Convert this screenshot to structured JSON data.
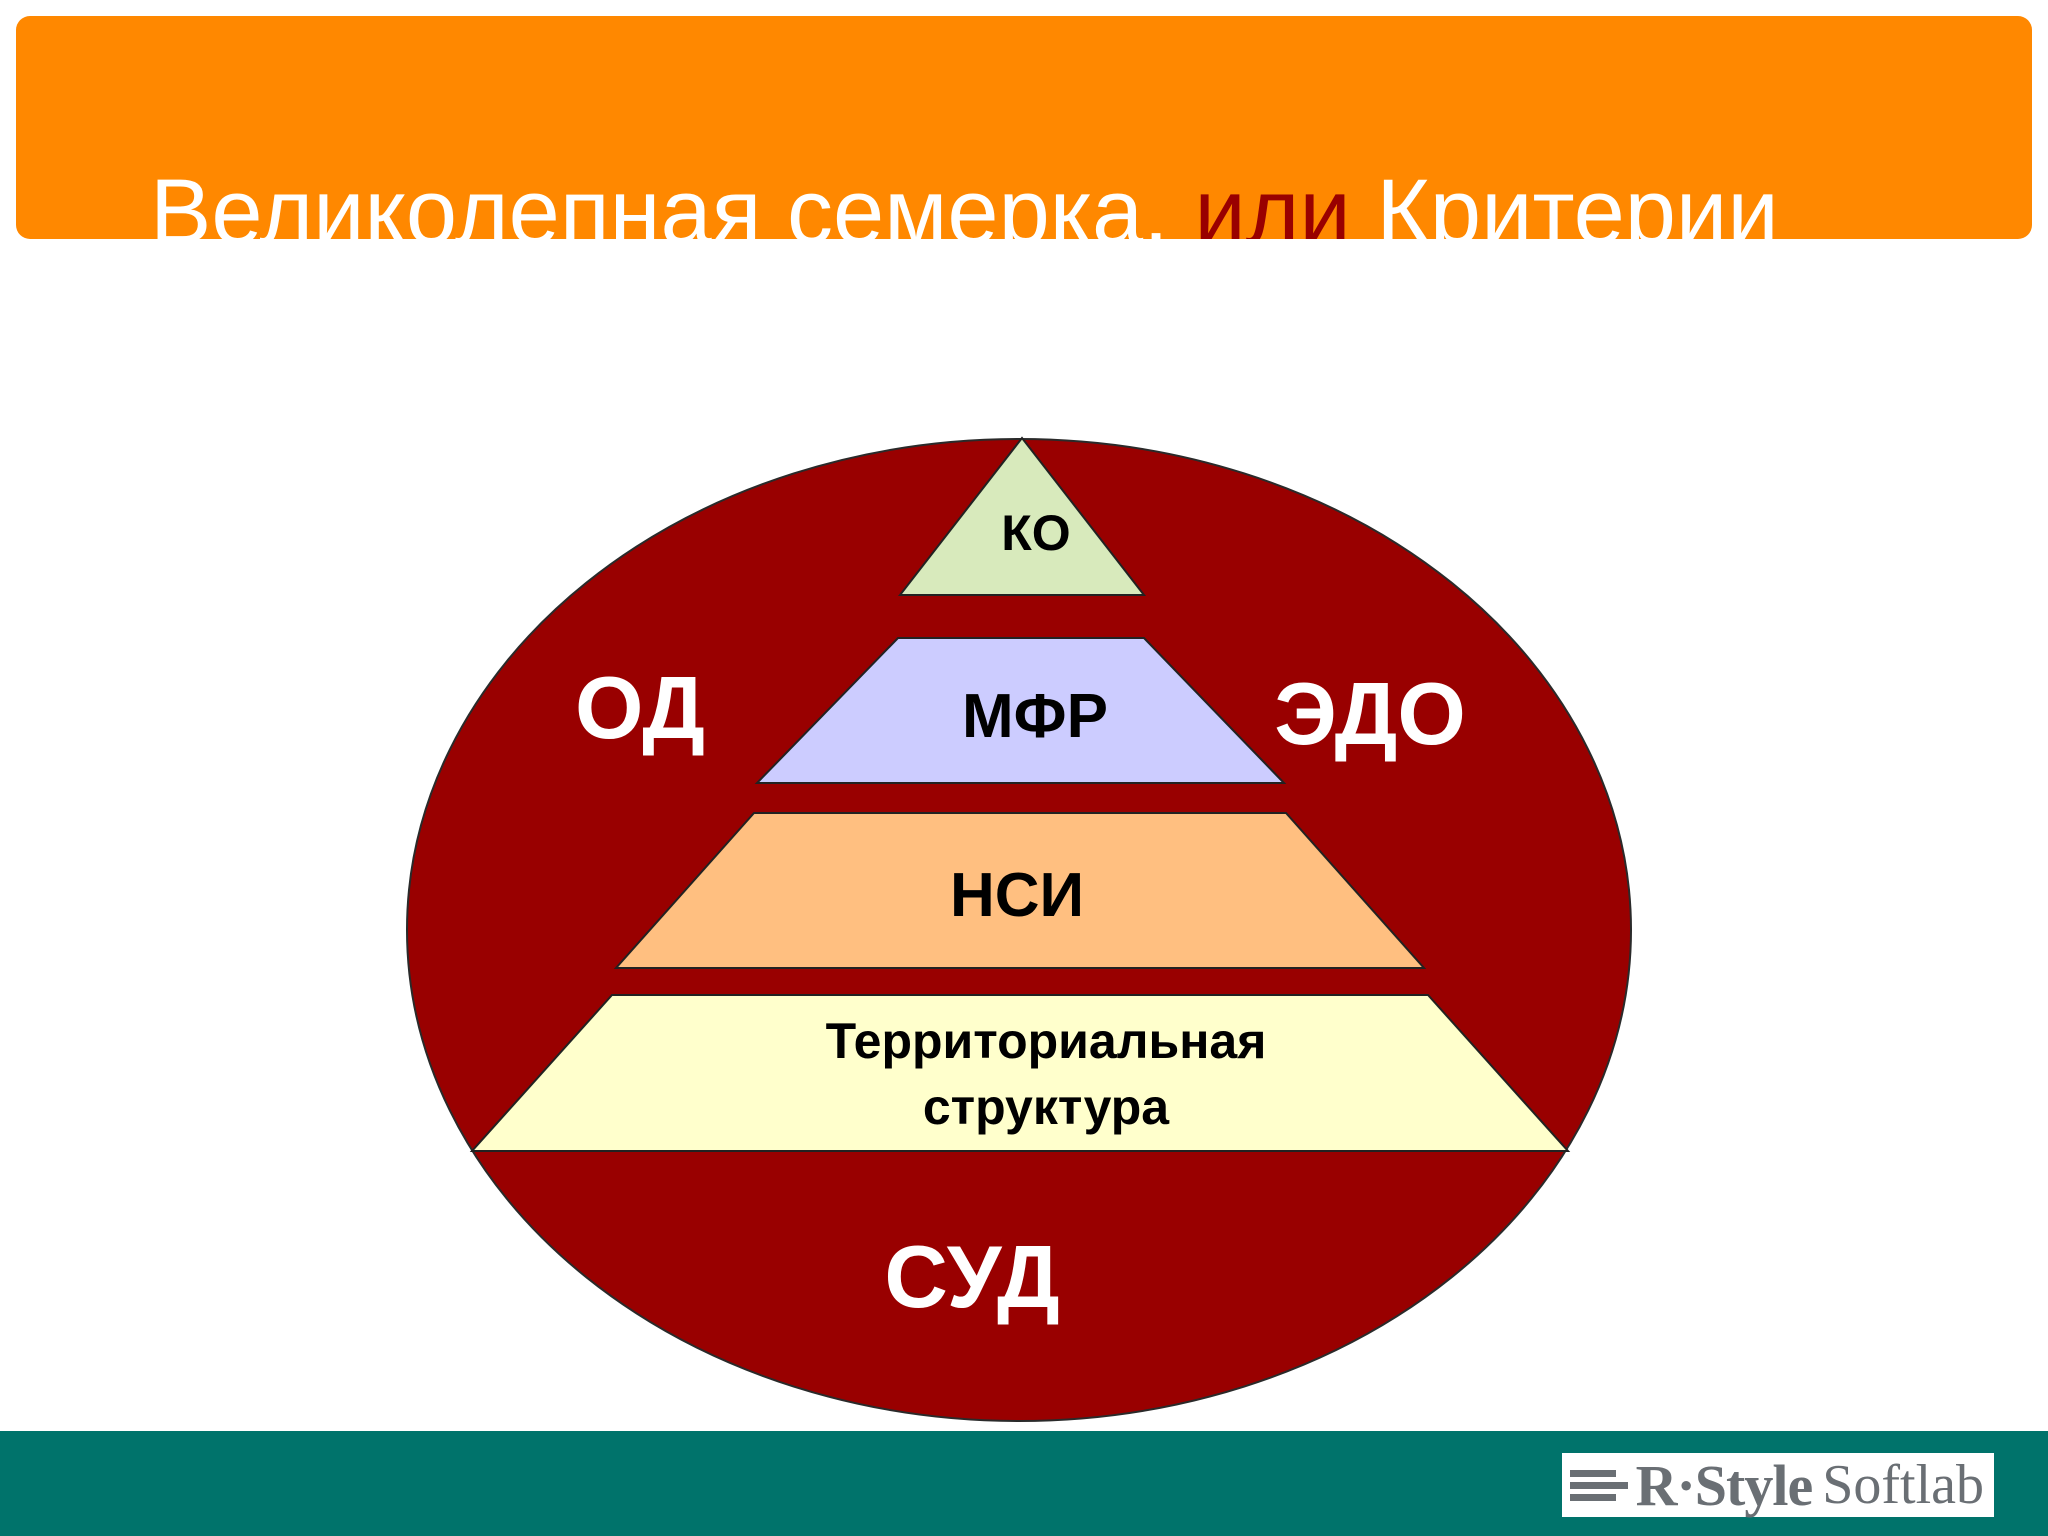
{
  "header": {
    "title_part1": "Великолепная семерка, ",
    "title_accent": "или",
    "title_part2": " Критерии",
    "bar_color": "#ff8800",
    "accent_color": "#990000"
  },
  "diagram": {
    "circle_color": "#990000",
    "tiers": [
      {
        "label_lines": [
          "КО"
        ],
        "color": "#d8eabc"
      },
      {
        "label_lines": [
          "МФР"
        ],
        "color": "#ccccff"
      },
      {
        "label_lines": [
          "НСИ"
        ],
        "color": "#ffbf80"
      },
      {
        "label_lines": [
          "Территориальная",
          "структура"
        ],
        "color": "#ffffcc"
      }
    ],
    "labels": {
      "left": "ОД",
      "right": "ЭДО",
      "bottom": "СУД"
    }
  },
  "footer": {
    "color": "#00736b",
    "logo_brand": "R·Style",
    "logo_suffix": "Softlab"
  }
}
